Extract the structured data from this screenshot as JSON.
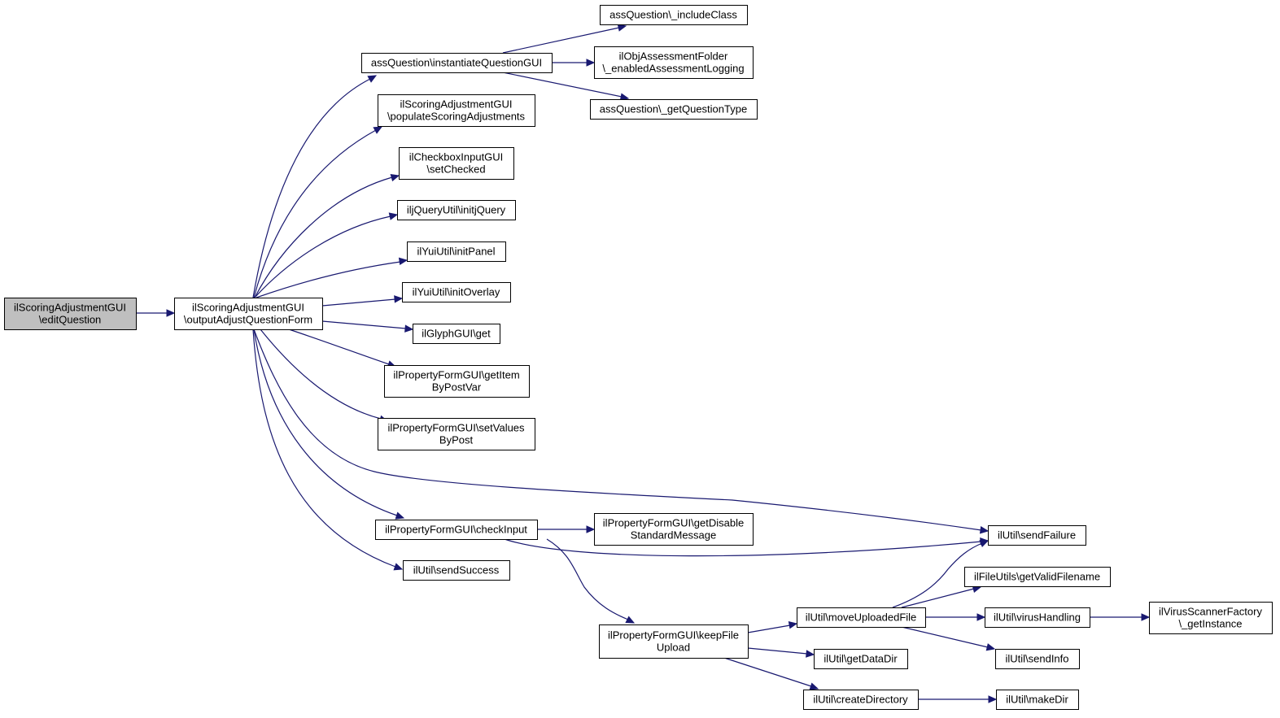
{
  "diagram": {
    "nodes": [
      {
        "id": "n0",
        "lines": [
          "ilScoringAdjustmentGUI",
          "\\editQuestion"
        ],
        "root": true
      },
      {
        "id": "n1",
        "lines": [
          "ilScoringAdjustmentGUI",
          "\\outputAdjustQuestionForm"
        ]
      },
      {
        "id": "n2",
        "lines": [
          "assQuestion\\instantiateQuestionGUI"
        ]
      },
      {
        "id": "n3",
        "lines": [
          "ilScoringAdjustmentGUI",
          "\\populateScoringAdjustments"
        ]
      },
      {
        "id": "n4",
        "lines": [
          "ilCheckboxInputGUI",
          "\\setChecked"
        ]
      },
      {
        "id": "n5",
        "lines": [
          "iljQueryUtil\\initjQuery"
        ]
      },
      {
        "id": "n6",
        "lines": [
          "ilYuiUtil\\initPanel"
        ]
      },
      {
        "id": "n7",
        "lines": [
          "ilYuiUtil\\initOverlay"
        ]
      },
      {
        "id": "n8",
        "lines": [
          "ilGlyphGUI\\get"
        ]
      },
      {
        "id": "n9",
        "lines": [
          "ilPropertyFormGUI\\getItem",
          "ByPostVar"
        ]
      },
      {
        "id": "n10",
        "lines": [
          "ilPropertyFormGUI\\setValues",
          "ByPost"
        ]
      },
      {
        "id": "n11",
        "lines": [
          "ilPropertyFormGUI\\checkInput"
        ]
      },
      {
        "id": "n12",
        "lines": [
          "ilUtil\\sendSuccess"
        ]
      },
      {
        "id": "n13",
        "lines": [
          "assQuestion\\_includeClass"
        ]
      },
      {
        "id": "n14",
        "lines": [
          "ilObjAssessmentFolder",
          "\\_enabledAssessmentLogging"
        ]
      },
      {
        "id": "n15",
        "lines": [
          "assQuestion\\_getQuestionType"
        ]
      },
      {
        "id": "n16",
        "lines": [
          "ilPropertyFormGUI\\getDisable",
          "StandardMessage"
        ]
      },
      {
        "id": "n17",
        "lines": [
          "ilPropertyFormGUI\\keepFile",
          "Upload"
        ]
      },
      {
        "id": "n18",
        "lines": [
          "ilUtil\\sendFailure"
        ]
      },
      {
        "id": "n19",
        "lines": [
          "ilUtil\\moveUploadedFile"
        ]
      },
      {
        "id": "n20",
        "lines": [
          "ilUtil\\getDataDir"
        ]
      },
      {
        "id": "n21",
        "lines": [
          "ilUtil\\createDirectory"
        ]
      },
      {
        "id": "n22",
        "lines": [
          "ilFileUtils\\getValidFilename"
        ]
      },
      {
        "id": "n23",
        "lines": [
          "ilUtil\\virusHandling"
        ]
      },
      {
        "id": "n24",
        "lines": [
          "ilUtil\\sendInfo"
        ]
      },
      {
        "id": "n25",
        "lines": [
          "ilUtil\\makeDir"
        ]
      },
      {
        "id": "n26",
        "lines": [
          "ilVirusScannerFactory",
          "\\_getInstance"
        ]
      }
    ],
    "edges": [
      {
        "from": "n0",
        "to": "n1"
      },
      {
        "from": "n1",
        "to": "n2"
      },
      {
        "from": "n1",
        "to": "n3"
      },
      {
        "from": "n1",
        "to": "n4"
      },
      {
        "from": "n1",
        "to": "n5"
      },
      {
        "from": "n1",
        "to": "n6"
      },
      {
        "from": "n1",
        "to": "n7"
      },
      {
        "from": "n1",
        "to": "n8"
      },
      {
        "from": "n1",
        "to": "n9"
      },
      {
        "from": "n1",
        "to": "n10"
      },
      {
        "from": "n1",
        "to": "n18"
      },
      {
        "from": "n1",
        "to": "n11"
      },
      {
        "from": "n1",
        "to": "n12"
      },
      {
        "from": "n2",
        "to": "n13"
      },
      {
        "from": "n2",
        "to": "n14"
      },
      {
        "from": "n2",
        "to": "n15"
      },
      {
        "from": "n11",
        "to": "n16"
      },
      {
        "from": "n11",
        "to": "n18"
      },
      {
        "from": "n11",
        "to": "n17"
      },
      {
        "from": "n17",
        "to": "n19"
      },
      {
        "from": "n17",
        "to": "n20"
      },
      {
        "from": "n17",
        "to": "n21"
      },
      {
        "from": "n19",
        "to": "n18"
      },
      {
        "from": "n19",
        "to": "n22"
      },
      {
        "from": "n19",
        "to": "n23"
      },
      {
        "from": "n19",
        "to": "n24"
      },
      {
        "from": "n21",
        "to": "n25"
      },
      {
        "from": "n23",
        "to": "n26"
      }
    ]
  }
}
